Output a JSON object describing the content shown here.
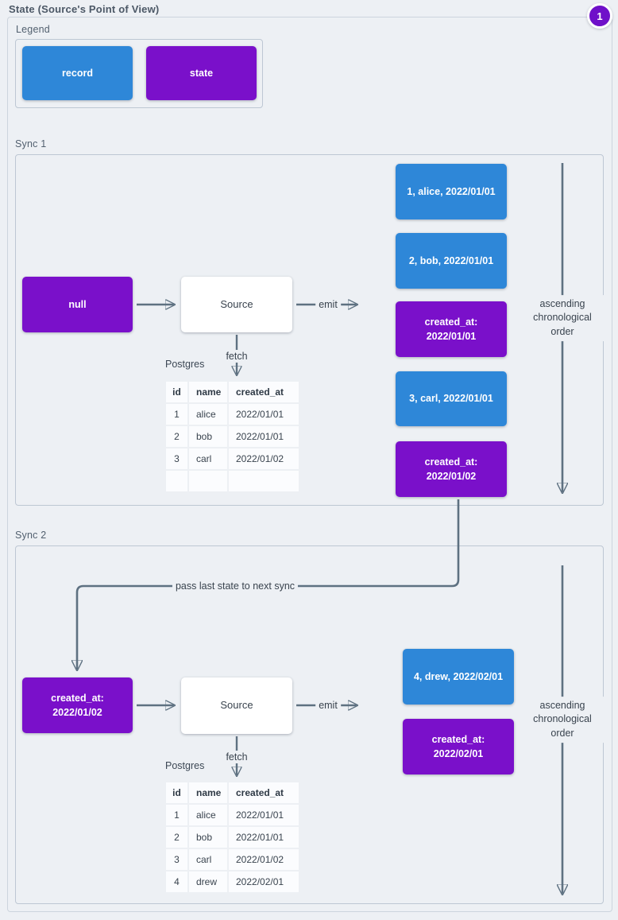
{
  "page": {
    "title": "State (Source's Point of View)",
    "badge": "1"
  },
  "colors": {
    "record_blue": "#2e87d8",
    "state_purple": "#7a10ca",
    "badge_purple": "#6f10c9",
    "arrow_gray": "#5e7181",
    "background": "#edf0f4"
  },
  "legend": {
    "label": "Legend",
    "items": [
      {
        "label": "record",
        "type": "record"
      },
      {
        "label": "state",
        "type": "state"
      }
    ]
  },
  "sync1": {
    "label": "Sync 1",
    "input_state": {
      "label": "null",
      "type": "state"
    },
    "source_label": "Source",
    "emit_label": "emit",
    "fetch_label": "fetch",
    "db_label": "Postgres",
    "table": {
      "headers": [
        "id",
        "name",
        "created_at"
      ],
      "rows": [
        {
          "id": "1",
          "name": "alice",
          "created_at": "2022/01/01"
        },
        {
          "id": "2",
          "name": "bob",
          "created_at": "2022/01/01"
        },
        {
          "id": "3",
          "name": "carl",
          "created_at": "2022/01/02"
        },
        {
          "id": "",
          "name": "",
          "created_at": ""
        }
      ]
    },
    "emitted": [
      {
        "label": "1, alice, 2022/01/01",
        "type": "record"
      },
      {
        "label": "2, bob, 2022/01/01",
        "type": "record"
      },
      {
        "label": "created_at:\n2022/01/01",
        "type": "state"
      },
      {
        "label": "3, carl, 2022/01/01",
        "type": "record"
      },
      {
        "label": "created_at:\n2022/01/02",
        "type": "state"
      }
    ],
    "order_label": "ascending chronological order"
  },
  "connector": {
    "label": "pass last state to next sync"
  },
  "sync2": {
    "label": "Sync 2",
    "input_state": {
      "label": "created_at:\n2022/01/02",
      "type": "state"
    },
    "source_label": "Source",
    "emit_label": "emit",
    "fetch_label": "fetch",
    "db_label": "Postgres",
    "table": {
      "headers": [
        "id",
        "name",
        "created_at"
      ],
      "rows": [
        {
          "id": "1",
          "name": "alice",
          "created_at": "2022/01/01"
        },
        {
          "id": "2",
          "name": "bob",
          "created_at": "2022/01/01"
        },
        {
          "id": "3",
          "name": "carl",
          "created_at": "2022/01/02"
        },
        {
          "id": "4",
          "name": "drew",
          "created_at": "2022/02/01"
        }
      ]
    },
    "emitted": [
      {
        "label": "4, drew, 2022/02/01",
        "type": "record"
      },
      {
        "label": "created_at:\n2022/02/01",
        "type": "state"
      }
    ],
    "order_label": "ascending chronological order"
  }
}
